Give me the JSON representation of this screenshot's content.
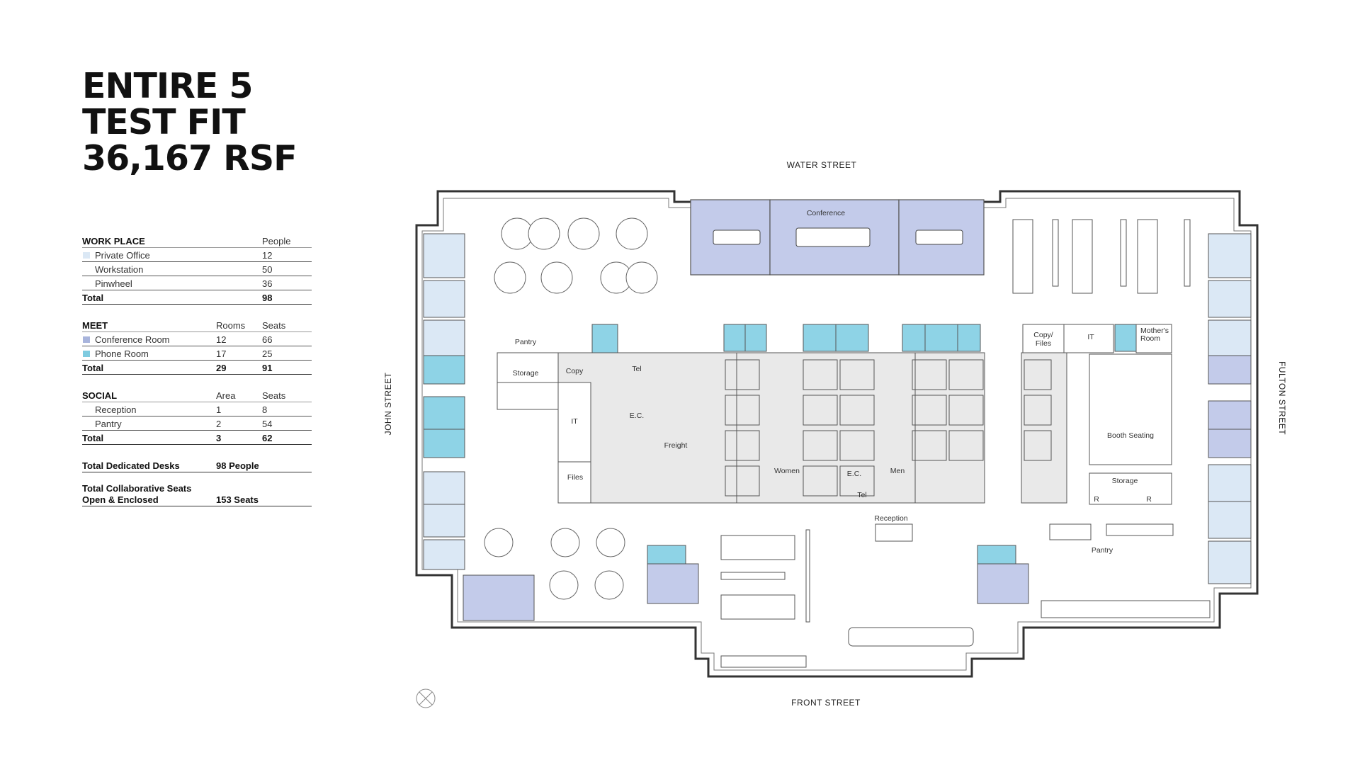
{
  "title": {
    "line1": "ENTIRE 5",
    "line2": "TEST FIT",
    "line3": "36,167 RSF"
  },
  "legend": {
    "work_place": {
      "heading": "WORK PLACE",
      "col1": "",
      "col2": "People",
      "rows": [
        {
          "label": "Private Office",
          "v1": "",
          "v2": "12",
          "swatch": "#dbe8f5"
        },
        {
          "label": "Workstation",
          "v1": "",
          "v2": "50",
          "swatch": ""
        },
        {
          "label": "Pinwheel",
          "v1": "",
          "v2": "36",
          "swatch": ""
        }
      ],
      "total": {
        "label": "Total",
        "v1": "",
        "v2": "98"
      }
    },
    "meet": {
      "heading": "MEET",
      "col1": "Rooms",
      "col2": "Seats",
      "rows": [
        {
          "label": "Conference Room",
          "v1": "12",
          "v2": "66",
          "swatch": "#a8b4dc"
        },
        {
          "label": "Phone Room",
          "v1": "17",
          "v2": "25",
          "swatch": "#7ecbe0"
        }
      ],
      "total": {
        "label": "Total",
        "v1": "29",
        "v2": "91"
      }
    },
    "social": {
      "heading": "SOCIAL",
      "col1": "Area",
      "col2": "Seats",
      "rows": [
        {
          "label": "Reception",
          "v1": "1",
          "v2": "8",
          "swatch": ""
        },
        {
          "label": "Pantry",
          "v1": "2",
          "v2": "54",
          "swatch": ""
        }
      ],
      "total": {
        "label": "Total",
        "v1": "3",
        "v2": "62"
      }
    },
    "summary": {
      "dedicated_label": "Total Dedicated Desks",
      "dedicated_value": "98 People",
      "collab_label_1": "Total Collaborative Seats",
      "collab_label_2": "Open & Enclosed",
      "collab_value": "153 Seats"
    }
  },
  "streets": {
    "north": "WATER STREET",
    "south": "FRONT STREET",
    "west": "JOHN STREET",
    "east": "FULTON STREET"
  },
  "rooms": {
    "conference": "Conference",
    "pantry_west": "Pantry",
    "storage_west": "Storage",
    "copy": "Copy",
    "tel_1": "Tel",
    "it_west": "IT",
    "ec_1": "E.C.",
    "freight": "Freight",
    "files": "Files",
    "women": "Women",
    "ec_2": "E.C.",
    "men": "Men",
    "tel_2": "Tel",
    "copy_files_1": "Copy/",
    "copy_files_2": "Files",
    "it_east": "IT",
    "mothers_1": "Mother's",
    "mothers_2": "Room",
    "booth": "Booth Seating",
    "storage_east": "Storage",
    "reception": "Reception",
    "pantry_east": "Pantry",
    "r_1": "R",
    "r_2": "R"
  },
  "colors": {
    "private_office": "#dbe8f5",
    "conference": "#c3cbea",
    "phone": "#8ed3e6",
    "core": "#e9e9e9",
    "line": "#4a4a4a"
  }
}
